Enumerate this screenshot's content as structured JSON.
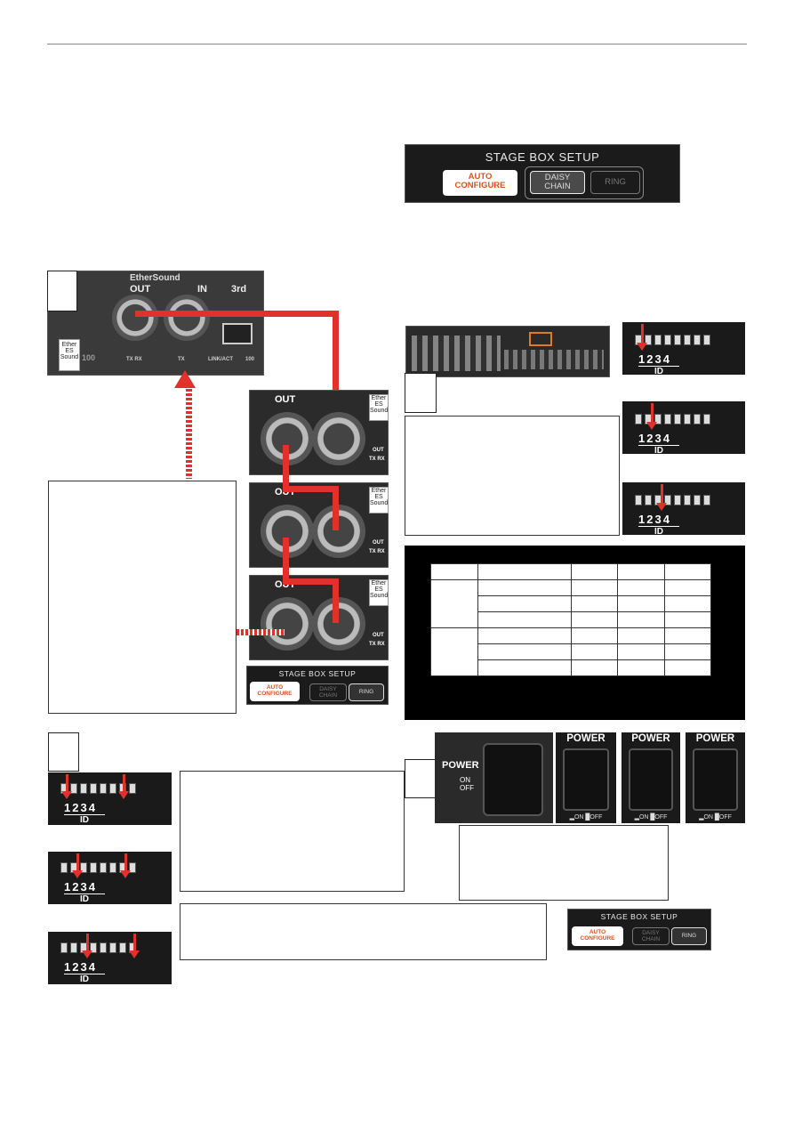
{
  "stage_box_setup": {
    "title": "STAGE  BOX  SETUP",
    "auto": "AUTO CONFIGURE",
    "daisy": "DAISY CHAIN",
    "ring": "RING"
  },
  "card": {
    "brand": "EtherSound",
    "out": "OUT",
    "in": "IN",
    "slot": "3rd",
    "tx_rx": "TX  RX",
    "tx": "TX",
    "link_act": "LINK/ACT",
    "speed": "100",
    "es_logo": "Ether ES Sound",
    "es100": "100"
  },
  "rio_panel": {
    "out": "OUT",
    "out_small": "OUT",
    "tx_rx": "TX RX",
    "es_logo": "Ether ES Sound"
  },
  "dip": {
    "numbers": "1234",
    "id": "ID"
  },
  "power": {
    "label": "POWER",
    "on": "ON",
    "off": "OFF",
    "on_off_small": "▂ON  █OFF"
  },
  "colors": {
    "accent_red": "#e2312a",
    "auto_orange": "#e0501a"
  }
}
